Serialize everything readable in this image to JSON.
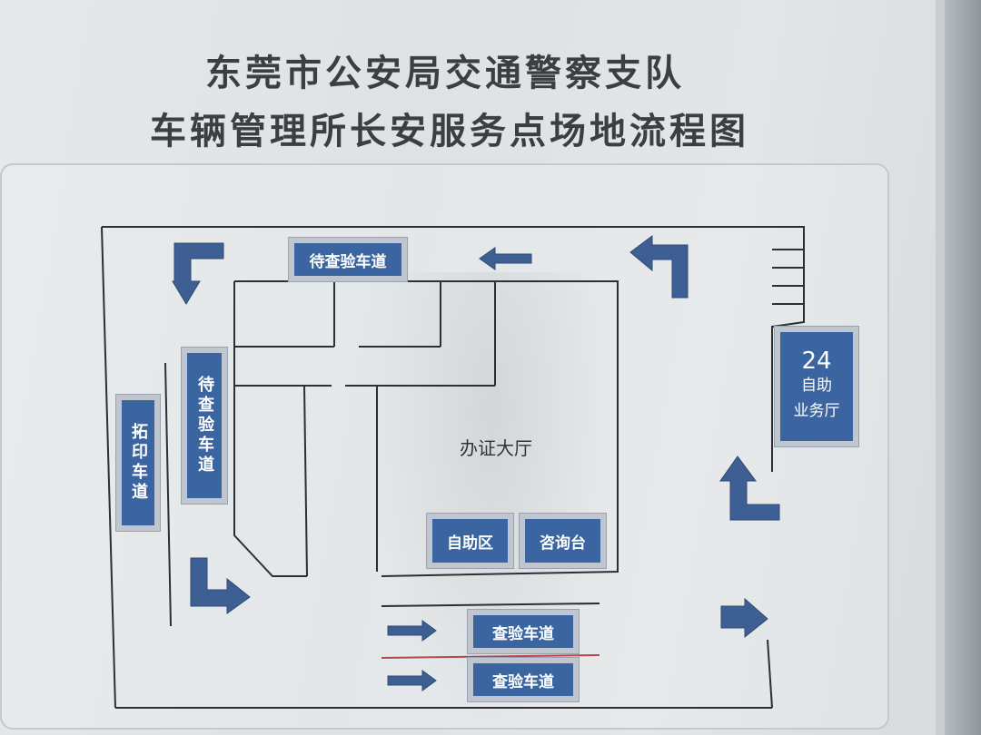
{
  "title": {
    "line1": "东莞市公安局交通警察支队",
    "line2": "车辆管理所长安服务点场地流程图"
  },
  "labels": {
    "waiting_lane_top": "待查验车道",
    "waiting_lane_left": "待查验车道",
    "rubbing_lane": "拓印车道",
    "hall": "办证大厅",
    "self_service_area": "自助区",
    "info_desk": "咨询台",
    "inspection_lane_1": "查验车道",
    "inspection_lane_2": "查验车道",
    "hall_24h": {
      "number": "24",
      "line2": "自助",
      "line3": "业务厅"
    }
  },
  "colors": {
    "label_blue": "#3a65a0",
    "arrow_blue": "#3d5f93",
    "line_dark": "#2d2f33",
    "divider_red": "#b04a4a"
  }
}
